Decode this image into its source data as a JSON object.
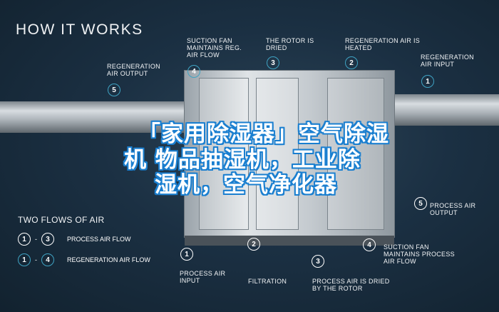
{
  "title": "HOW IT WORKS",
  "callouts_top": [
    {
      "num": "5",
      "text": "REGENERATION AIR OUTPUT"
    },
    {
      "num": "4",
      "text": "SUCTION FAN MAINTAINS REG. AIR FLOW"
    },
    {
      "num": "3",
      "text": "THE ROTOR IS DRIED"
    },
    {
      "num": "2",
      "text": "REGENERATION AIR IS HEATED"
    },
    {
      "num": "1",
      "text": "REGENERATION AIR INPUT"
    }
  ],
  "callouts_bottom": [
    {
      "num": "1",
      "text": "PROCESS AIR INPUT"
    },
    {
      "num": "2",
      "text": "FILTRATION"
    },
    {
      "num": "3",
      "text": "PROCESS AIR IS DRIED BY THE ROTOR"
    },
    {
      "num": "4",
      "text": "SUCTION FAN MAINTAINS PROCESS AIR FLOW"
    },
    {
      "num": "5",
      "text": "PROCESS AIR OUTPUT"
    }
  ],
  "legend": {
    "title": "TWO FLOWS OF AIR",
    "rows": [
      {
        "from": "1",
        "dash": "-",
        "to": "3",
        "text": "PROCESS AIR FLOW",
        "color": "#ffffff"
      },
      {
        "from": "1",
        "dash": "-",
        "to": "4",
        "text": "REGENERATION AIR FLOW",
        "color": "#3fa3c3"
      }
    ]
  },
  "overlay_lines": [
    "「家用除湿器」空气除湿",
    "机 物品抽湿机，工业除",
    "湿机，空气净化器"
  ]
}
